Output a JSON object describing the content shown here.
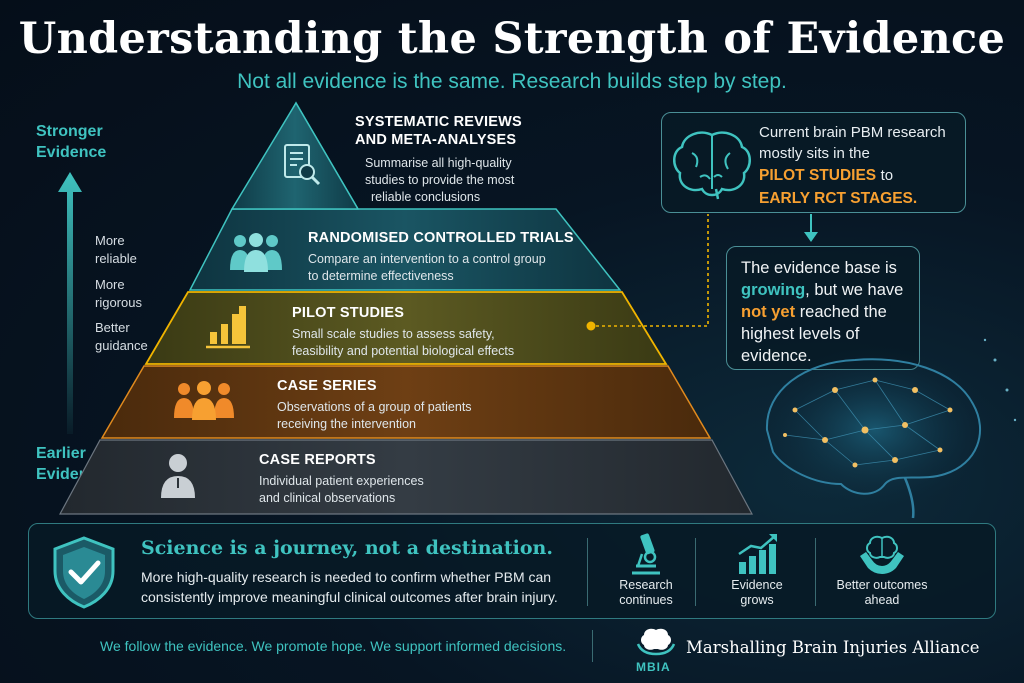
{
  "header": {
    "title": "Understanding the Strength of Evidence",
    "subtitle": "Not all evidence is the same. Research builds step by step."
  },
  "axis": {
    "top_label": [
      "Stronger",
      "Evidence"
    ],
    "bottom_label": [
      "Earlier",
      "Evidence"
    ],
    "items": [
      [
        "More",
        "reliable"
      ],
      [
        "More",
        "rigorous"
      ],
      [
        "Better",
        "guidance"
      ]
    ]
  },
  "pyramid": {
    "tiers": [
      {
        "title": [
          "SYSTEMATIC REVIEWS",
          "AND META-ANALYSES"
        ],
        "desc": [
          "Summarise all high-quality",
          "studies to provide the most",
          "reliable conclusions"
        ],
        "icon": "document-search-icon",
        "color": "#1b5a66"
      },
      {
        "title": [
          "RANDOMISED CONTROLLED TRIALS"
        ],
        "desc": [
          "Compare an intervention to a control group",
          "to determine effectiveness"
        ],
        "icon": "group-of-people-icon",
        "color": "#184d5c"
      },
      {
        "title": [
          "PILOT STUDIES"
        ],
        "desc": [
          "Small scale studies to assess safety,",
          "feasibility and potential biological effects"
        ],
        "icon": "bar-chart-icon",
        "color": "#4a4a1e"
      },
      {
        "title": [
          "CASE SERIES"
        ],
        "desc": [
          "Observations of a group of patients",
          "receiving the intervention"
        ],
        "icon": "patients-group-icon",
        "color": "#5a3412"
      },
      {
        "title": [
          "CASE REPORTS"
        ],
        "desc": [
          "Individual patient experiences",
          "and clinical observations"
        ],
        "icon": "person-icon",
        "color": "#2b3238"
      }
    ]
  },
  "callout_current": {
    "lines": [
      "Current brain PBM research",
      "mostly sits in the"
    ],
    "highlight_1": "PILOT STUDIES",
    "connector": "to",
    "highlight_2": "EARLY RCT STAGES."
  },
  "callout_growing": {
    "pre": "The evidence base is",
    "growing": "growing",
    "mid": ", but we have",
    "not_yet": "not yet",
    "post": "reached the",
    "line4": "highest levels of",
    "line5": "evidence."
  },
  "banner": {
    "title": "Science is a journey, not a destination.",
    "body": [
      "More high-quality research is needed to confirm whether PBM can",
      "consistently improve meaningful clinical outcomes after brain injury."
    ],
    "stats": [
      {
        "label": [
          "Research",
          "continues"
        ],
        "icon": "microscope-icon"
      },
      {
        "label": [
          "Evidence",
          "grows"
        ],
        "icon": "growth-chart-icon"
      },
      {
        "label": [
          "Better outcomes",
          "ahead"
        ],
        "icon": "hands-brain-icon"
      }
    ]
  },
  "footer": {
    "tagline": "We follow the evidence. We promote hope. We support informed decisions.",
    "org_name": "Marshalling Brain Injuries Alliance",
    "org_abbr": "MBIA"
  },
  "colors": {
    "accent_teal": "#3fc3c0",
    "accent_orange": "#f7a031",
    "background": "#071523"
  }
}
